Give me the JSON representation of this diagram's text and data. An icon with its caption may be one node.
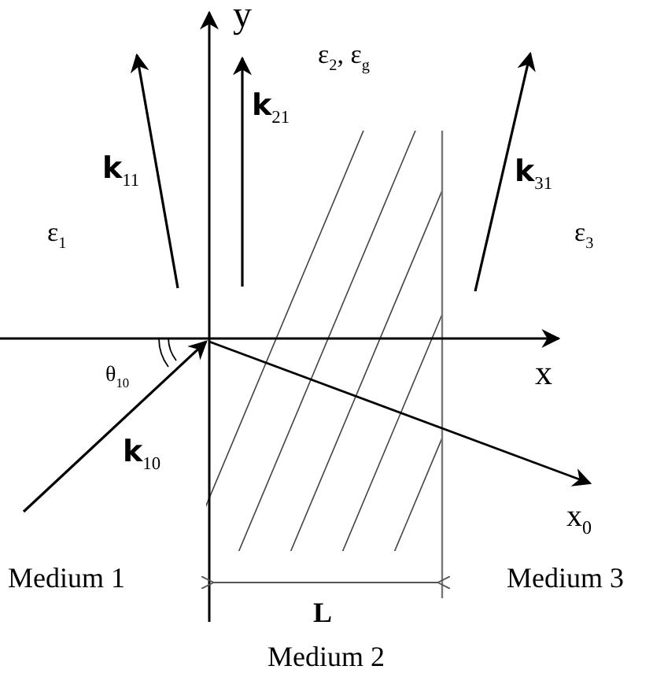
{
  "diagram": {
    "labels": [
      "y",
      "ε$_{2}$, ε$_{g}$",
      "**k**$_{21}$",
      "**k**$_{11}$",
      "**k**$_{31}$",
      "ε$_{1}$",
      "ε$_{3}$",
      "x",
      "θ$_{10}$",
      "**k**$_{10}$",
      "x$_{0}$",
      "Medium 1",
      "Medium 3",
      "L",
      "Medium 2"
    ]
  }
}
